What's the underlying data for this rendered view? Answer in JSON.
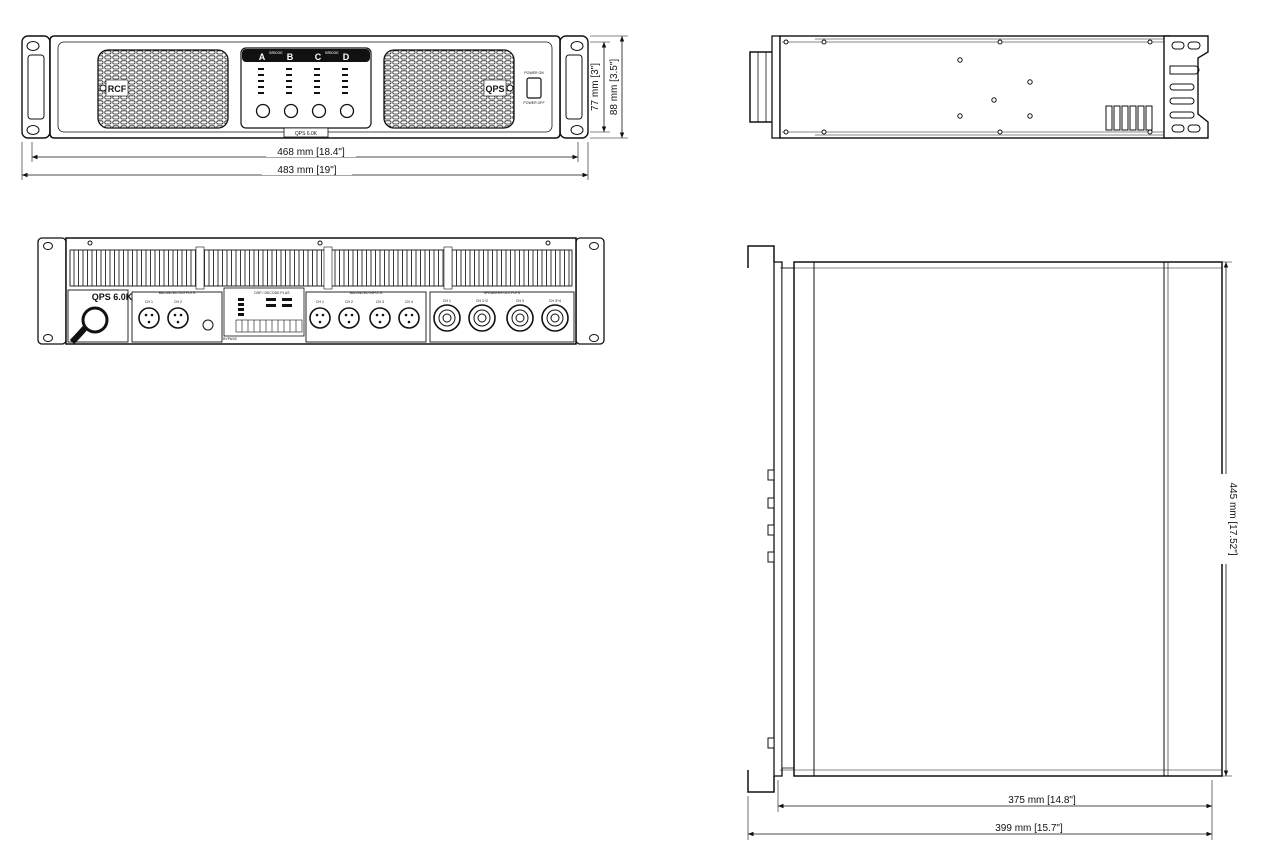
{
  "front_view": {
    "brand_logo": "RCF",
    "model_logo": "QPS",
    "model_badge": "QPS 6.0K",
    "channel_labels": [
      "A",
      "B",
      "C",
      "D"
    ],
    "bridge_label": "BRIDGE",
    "power_labels": {
      "on": "POWER ON",
      "off": "POWER OFF"
    },
    "dimensions": {
      "inner_width": "468 mm [18.4\"]",
      "outer_width": "483 mm [19\"]",
      "body_height": "77 mm [3\"]",
      "overall_height": "88 mm [3.5\"]"
    }
  },
  "rear_view": {
    "model_label": "QPS 6.0K",
    "balanced_outputs_label": "BALANCED OUTPUTS",
    "balanced_inputs_label": "BALANCED INPUTS",
    "speaker_outputs_label": "SPEAKERS OUTPUTS",
    "dsp_label": "DSP / DECODE PLUS",
    "bypass_label": "BYPASS",
    "output_channels": [
      "CH 1",
      "CH 2"
    ],
    "input_channels": [
      "CH 1",
      "CH 2",
      "CH 3",
      "CH 4"
    ],
    "speaker_channels": [
      "CH 1",
      "CH 1+2",
      "CH 3",
      "CH 3+4"
    ]
  },
  "top_view": {
    "dimensions": {
      "depth": "375 mm [14.8\"]",
      "overall_depth": "399 mm [15.7\"]",
      "width": "445 mm [17.52\"]"
    }
  }
}
